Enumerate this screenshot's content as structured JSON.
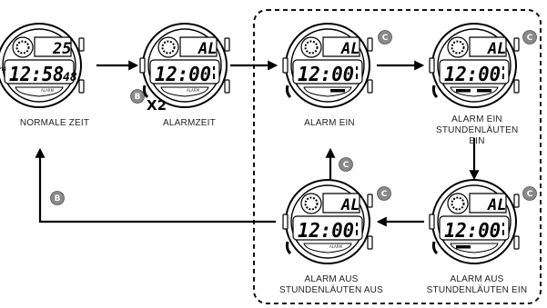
{
  "watches": [
    {
      "id": "normal",
      "caption": "NORMALE ZEIT",
      "top": "25",
      "mode": "",
      "pm": "PM",
      "time": "12:58",
      "sec": "48",
      "bottom_left": "",
      "bottom_right": "ALARM"
    },
    {
      "id": "alarm_time",
      "caption": "ALARMZEIT",
      "top": "",
      "mode": "AL",
      "pm": "",
      "time": "12:00",
      "sec": "",
      "bottom_left": "",
      "bottom_right": "ALARM"
    },
    {
      "id": "alarm_on",
      "caption": "ALARM EIN",
      "top": "",
      "mode": "AL",
      "pm": "",
      "time": "12:00",
      "sec": "",
      "bottom_left": "",
      "bottom_right": ""
    },
    {
      "id": "alarm_on_chime_on",
      "caption": "ALARM EIN STUNDENLÄUTEN EIN",
      "top": "",
      "mode": "AL",
      "pm": "",
      "time": "12:00",
      "sec": "",
      "bottom_left": "",
      "bottom_right": ""
    },
    {
      "id": "alarm_off_chime_on",
      "caption": "ALARM AUS STUNDENLÄUTEN EIN",
      "top": "",
      "mode": "AL",
      "pm": "",
      "time": "12:00",
      "sec": "",
      "bottom_left": "",
      "bottom_right": ""
    },
    {
      "id": "alarm_off_chime_off",
      "caption": "ALARM AUS STUNDENLÄUTEN AUS",
      "top": "",
      "mode": "AL",
      "pm": "",
      "time": "12:00",
      "sec": "",
      "bottom_left": "",
      "bottom_right": "ALARM"
    }
  ],
  "buttons": {
    "b": "B",
    "c": "C"
  },
  "press_count": "X2",
  "colors": {
    "button_fill": "#8a8a8a",
    "line": "#000000"
  }
}
